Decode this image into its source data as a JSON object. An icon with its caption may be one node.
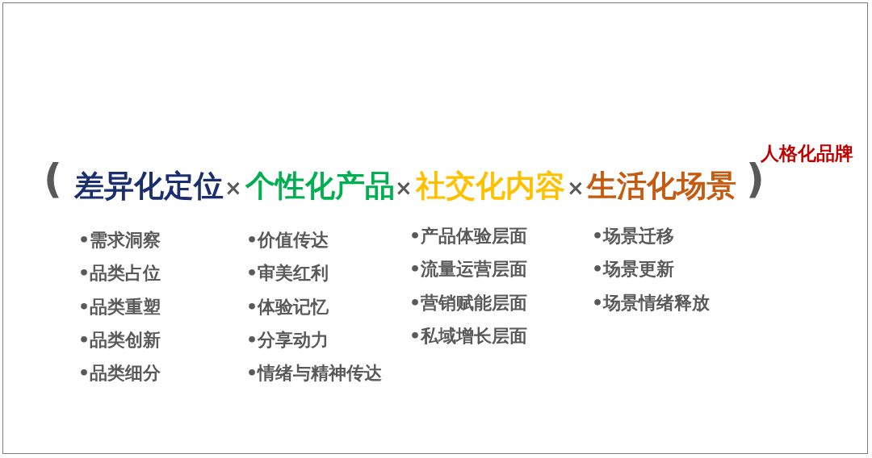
{
  "diagram": {
    "labels": [
      "(",
      "差异化定位",
      "×",
      "个性化产品",
      "×",
      "社交化内容",
      "×",
      "生活化场景",
      ")",
      "人格化品牌",
      "•需求洞察",
      "•品类占位",
      "•品类重塑",
      "•品类创新",
      "•品类细分",
      "•价值传达",
      "•审美红利",
      "•体验记忆",
      "•分享动力",
      "•情绪与精神传达",
      "•产品体验层面",
      "•流量运营层面",
      "•营销赋能层面",
      "•私域增长层面",
      "•场景迁移",
      "•场景更新",
      "•场景情绪释放"
    ]
  }
}
